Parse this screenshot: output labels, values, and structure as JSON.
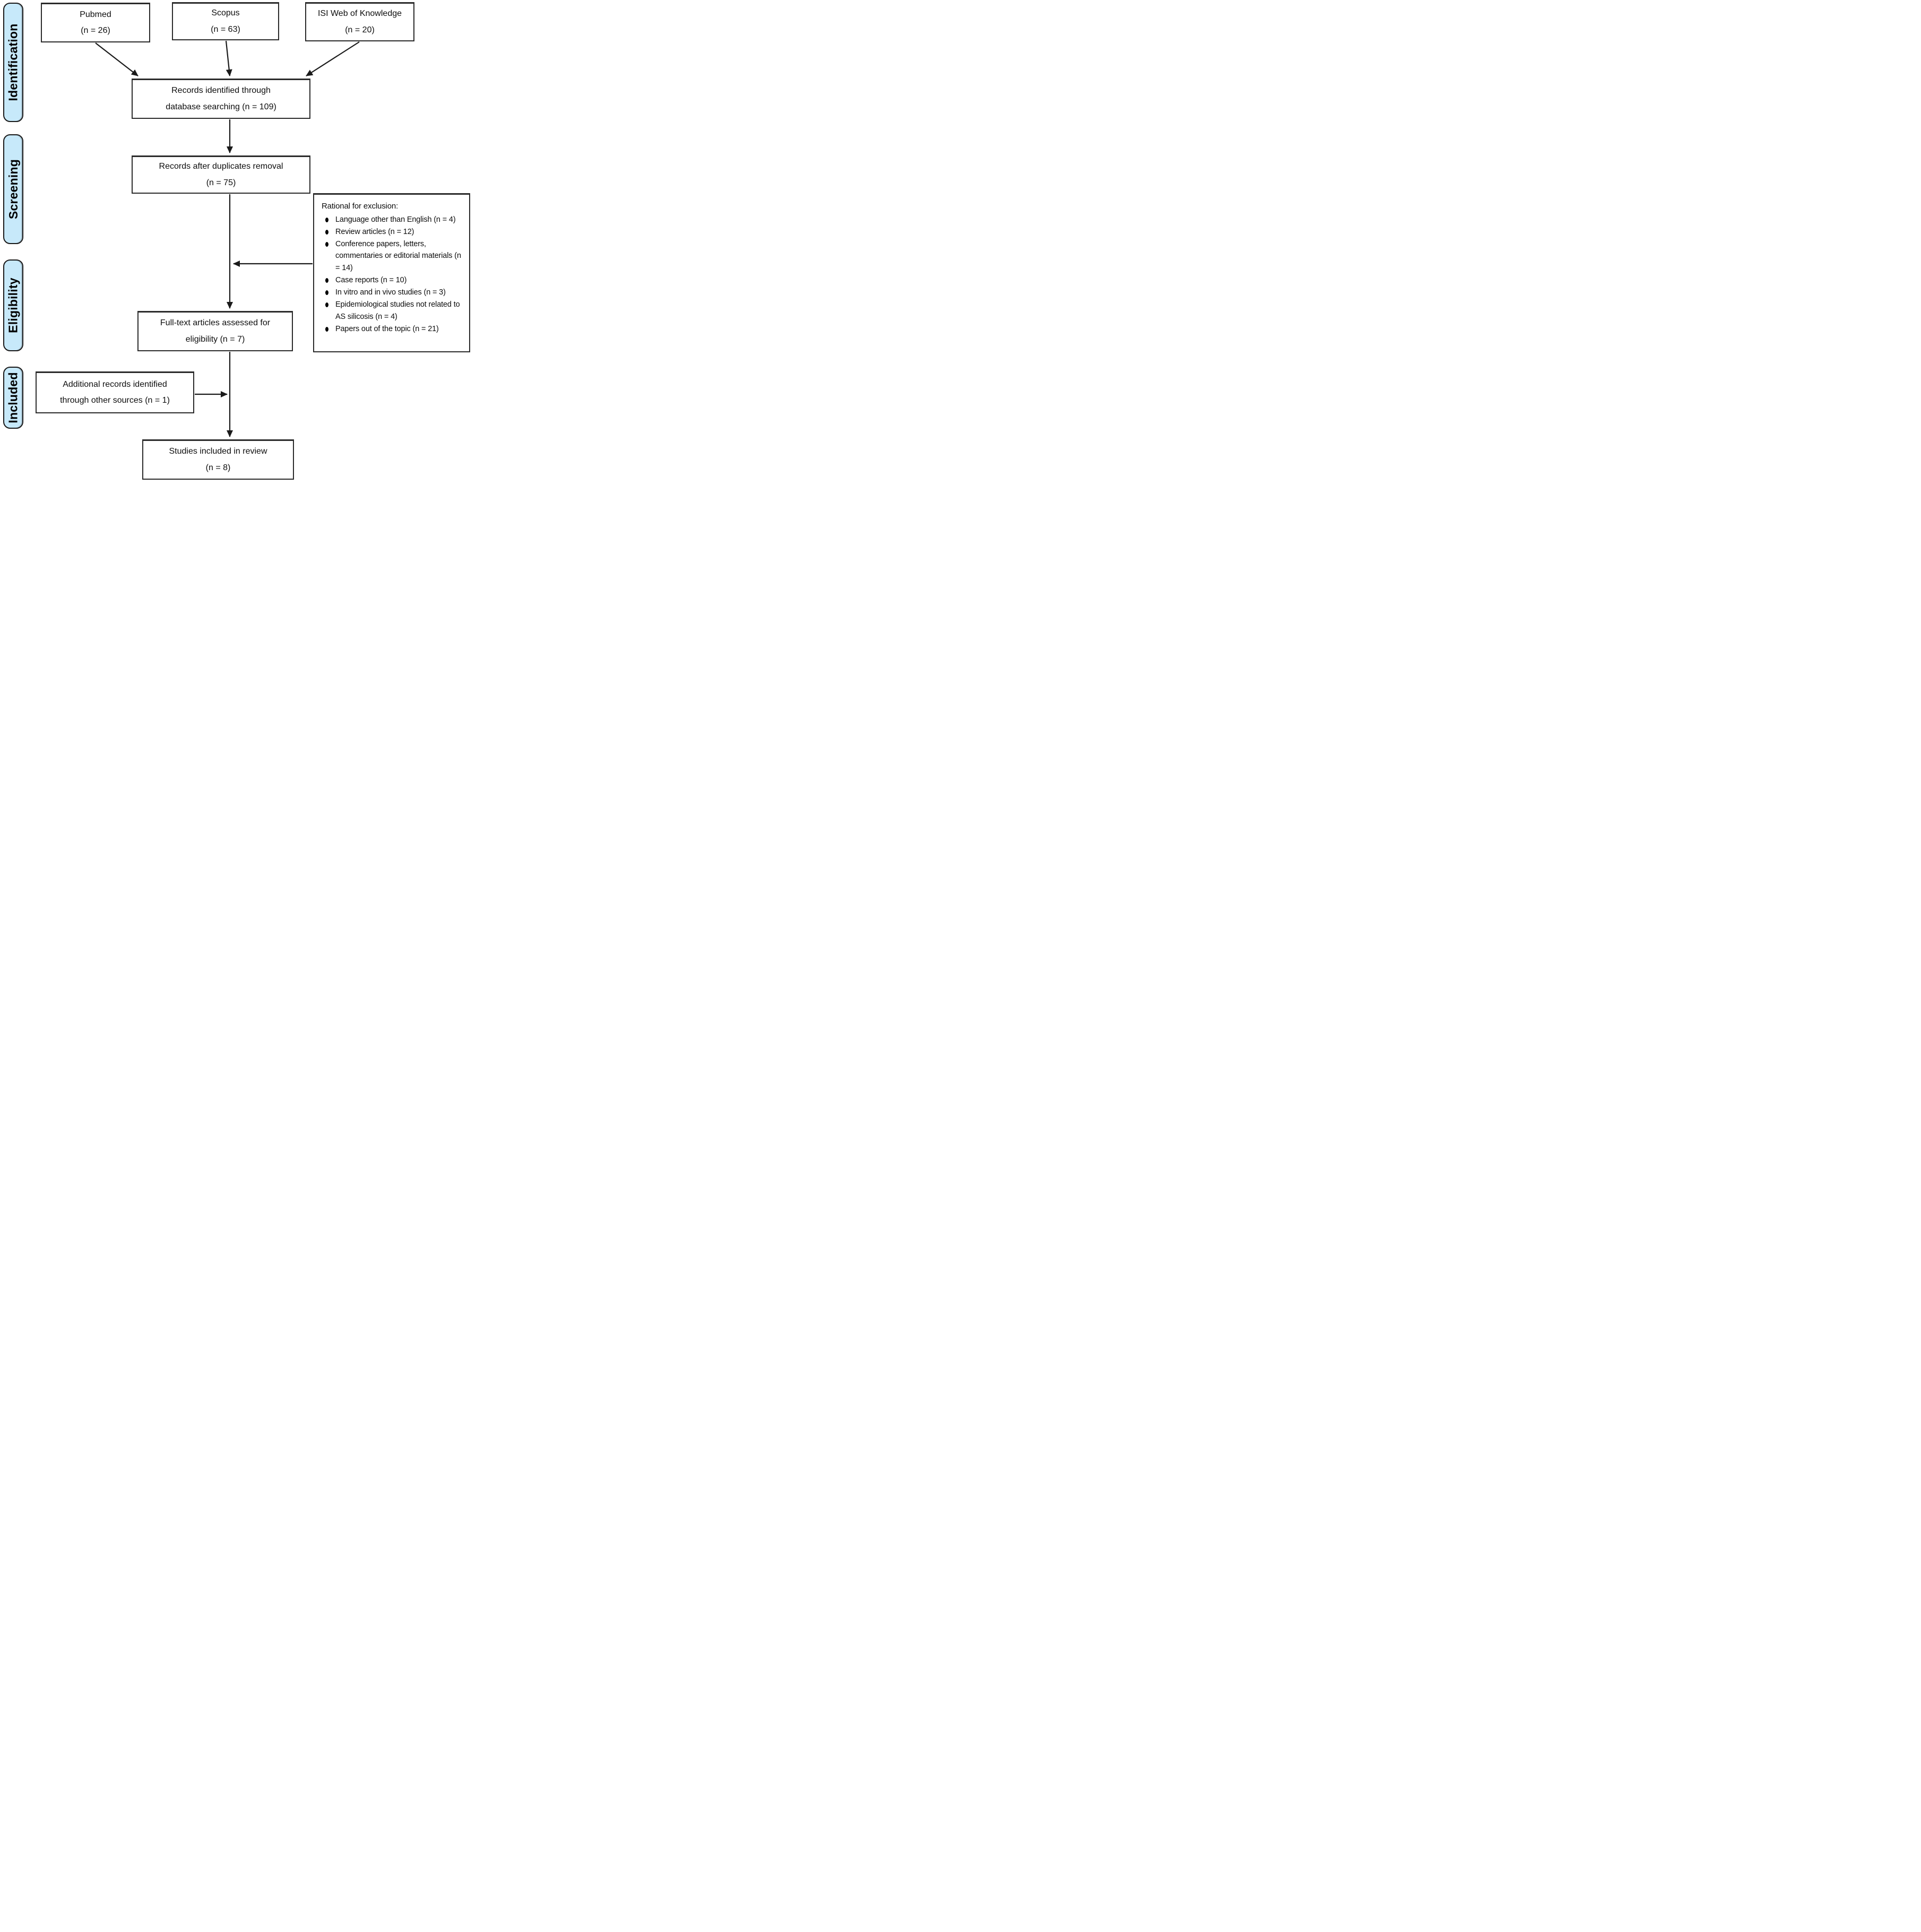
{
  "diagram": {
    "stages": [
      {
        "label": "Identification"
      },
      {
        "label": "Screening"
      },
      {
        "label": "Eligibility"
      },
      {
        "label": "Included"
      }
    ],
    "boxes": {
      "pubmed": {
        "lines": [
          "Pubmed",
          "(n = 26)"
        ]
      },
      "scopus": {
        "lines": [
          "Scopus",
          "(n = 63)"
        ]
      },
      "isi": {
        "lines": [
          "ISI Web of Knowledge",
          "(n = 20)"
        ]
      },
      "identified": {
        "lines": [
          "Records identified through",
          "database searching (n = 109)"
        ]
      },
      "duplicates": {
        "lines": [
          "Records after duplicates removal",
          "(n = 75)"
        ]
      },
      "fulltext": {
        "lines": [
          "Full-text articles assessed for",
          "eligibility (n = 7)"
        ]
      },
      "additional": {
        "lines": [
          "Additional records identified",
          "through other sources (n = 1)"
        ]
      },
      "studies": {
        "lines": [
          "Studies included in review",
          "(n = 8)"
        ]
      }
    },
    "exclusion": {
      "title": "Rational for exclusion:",
      "items": [
        "Language other than English (n = 4)",
        "Review articles (n = 12)",
        "Conference papers, letters, commentaries or editorial materials (n = 14)",
        "Case reports (n = 10)",
        "In vitro and in vivo studies (n = 3)",
        "Epidemiological studies not related to AS silicosis (n = 4)",
        "Papers out of the topic (n = 21)"
      ]
    },
    "colors": {
      "stage_fill": "#c7e9fa",
      "stage_border": "#1a1a1a",
      "box_border": "#2b2b2b",
      "arrow": "#1a1a1a",
      "text": "#0d0d0d"
    }
  }
}
